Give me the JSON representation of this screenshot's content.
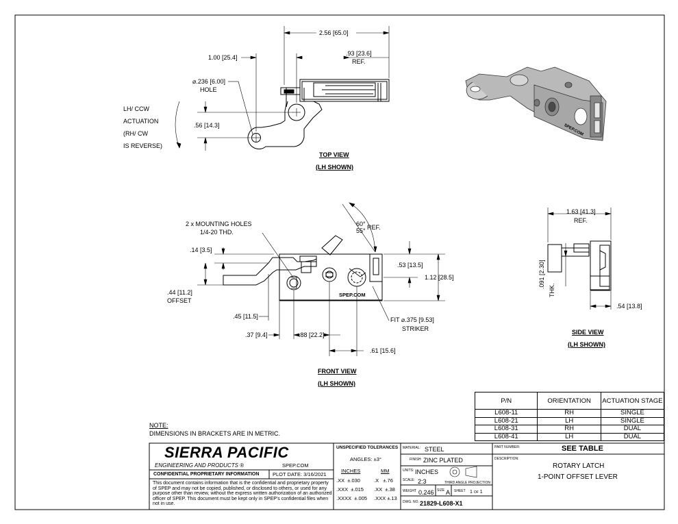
{
  "top_view": {
    "dim_overall": "2.56",
    "dim_overall_mm": "65.0",
    "dim_center": "1.00",
    "dim_center_mm": "25.4",
    "dim_ref": ".93",
    "dim_ref_mm": "23.6",
    "dim_ref_label": "REF.",
    "hole_dia": ".236",
    "hole_dia_mm": "6.00",
    "hole_label": "HOLE",
    "dim_offset": ".56",
    "dim_offset_mm": "14.3",
    "actuation_note": [
      "LH/ CCW",
      "ACTUATION",
      "(RH/ CW",
      "IS REVERSE)"
    ],
    "title": "TOP VIEW",
    "subtitle": "(LH SHOWN)"
  },
  "front_view": {
    "mounting_holes": "2 x MOUNTING HOLES",
    "mounting_thread": "1/4-20 THD.",
    "angle_1": "60°",
    "angle_2": "55°",
    "angle_ref": "REF.",
    "dim_flange": ".14",
    "dim_flange_mm": "3.5",
    "dim_offset": ".44",
    "dim_offset_mm": "11.2",
    "offset_label": "OFFSET",
    "dim_upper": ".53",
    "dim_upper_mm": "13.5",
    "dim_height": "1.12",
    "dim_height_mm": "28.5",
    "dim_hole_height": ".45",
    "dim_hole_height_mm": "11.5",
    "dim_hole_x": ".37",
    "dim_hole_x_mm": "9.4",
    "dim_hole_spacing": ".88",
    "dim_hole_spacing_mm": "22.2",
    "dim_striker": ".61",
    "dim_striker_mm": "15.6",
    "striker_dia": ".375",
    "striker_dia_mm": "9.53",
    "striker_fit": "FIT",
    "striker_label": "STRIKER",
    "body_marking": "SPEP.COM",
    "title": "FRONT VIEW",
    "subtitle": "(LH SHOWN)"
  },
  "side_view": {
    "dim_width": "1.63",
    "dim_width_mm": "41.3",
    "dim_width_ref": "REF.",
    "dim_thk": ".091",
    "dim_thk_mm": "2.30",
    "thk_label": "THK.",
    "dim_depth": ".54",
    "dim_depth_mm": "13.8",
    "title": "SIDE VIEW",
    "subtitle": "(LH SHOWN)"
  },
  "iso_view": {
    "marking": "SPEP.COM"
  },
  "part_table": {
    "headers": [
      "P/N",
      "ORIENTATION",
      "ACTUATION STAGE"
    ],
    "rows": [
      [
        "L608-11",
        "RH",
        "SINGLE"
      ],
      [
        "L608-21",
        "LH",
        "SINGLE"
      ],
      [
        "L608-31",
        "RH",
        "DUAL"
      ],
      [
        "L608-41",
        "LH",
        "DUAL"
      ]
    ]
  },
  "note": {
    "title": "NOTE:",
    "text": "DIMENSIONS IN BRACKETS ARE IN METRIC."
  },
  "title_block": {
    "company": "SIERRA PACIFIC",
    "company_sub": "ENGINEERING AND PRODUCTS",
    "registered": "®",
    "website": "SPEP.COM",
    "confidential_title": "CONFIDENTIAL PROPRIETARY INFORMATION",
    "plot_date_label": "PLOT DATE:",
    "plot_date": "3/16/2021",
    "confidential_text": "This document contains information that is the confidential and proprietary property of SPEP and may not be copied, published, or disclosed to others, or used for any purpose  other than review, without the express written authorization of an authorized officer of SPEP. This document must be kept only in SPEP's confidential files when not in use.",
    "tolerances_title": "UNSPECIFIED TOLERANCES",
    "angles": "ANGLES:  ±3°",
    "inches_label": "INCHES",
    "mm_label": "MM",
    "tol_inches": [
      [
        ".XX",
        "±.030"
      ],
      [
        ".XXX",
        "±.015"
      ],
      [
        ".XXXX",
        "±.005"
      ]
    ],
    "tol_mm": [
      [
        ".X",
        "±.76"
      ],
      [
        ".XX",
        "±.38"
      ],
      [
        ".XXX",
        "±.13"
      ]
    ],
    "material_label": "MATERIAL:",
    "material": "STEEL",
    "finish_label": "FINISH:",
    "finish": "ZINC PLATED",
    "units_label": "UNITS:",
    "units": "INCHES",
    "projection_label": "THIRD ANGLE PROJECTION",
    "scale_label": "SCALE:",
    "scale": "2:3",
    "weight_label": "WEIGHT",
    "weight": "0.246",
    "size_label": "SIZE",
    "size": "A",
    "sheet_label": "SHEET",
    "sheet_num": "1",
    "sheet_of": "OF",
    "sheet_total": "1",
    "dwg_label": "DWG. NO.",
    "dwg_no": "21829-L608-X1",
    "part_number_label": "PART NUMBER:",
    "part_number": "SEE TABLE",
    "description_label": "DESCRIPTION:",
    "description_1": "ROTARY LATCH",
    "description_2": "1-POINT OFFSET LEVER"
  }
}
